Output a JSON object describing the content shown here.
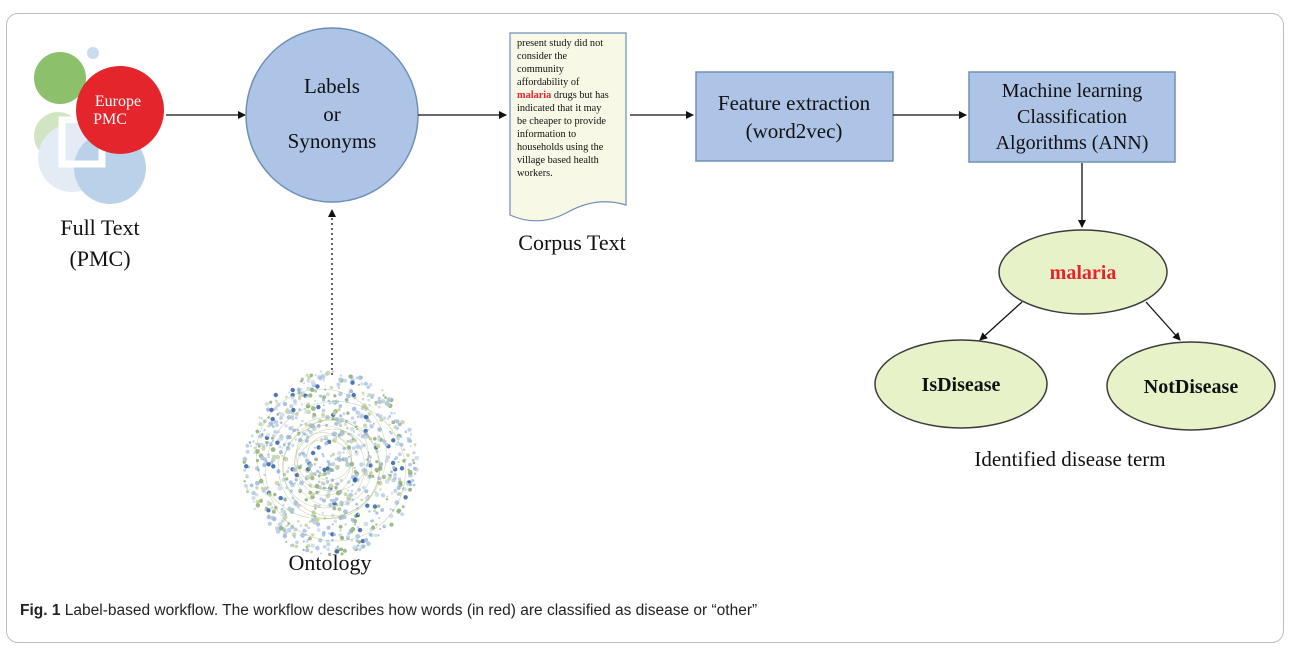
{
  "colors": {
    "box_fill": "#adc4e6",
    "box_stroke": "#6f8fb8",
    "ellipse_fill": "#e8f2c8",
    "ellipse_stroke": "#3c3c3c",
    "doc_fill": "#f7f8e6",
    "highlight_red": "#e8222b",
    "logo_red": "#e4262c",
    "logo_green": "#8cc06a",
    "logo_lightgreen": "#c8dfba",
    "logo_blue": "#b7d0e8"
  },
  "logo": {
    "line1": "Europe",
    "line2": "PMC"
  },
  "full_text": {
    "line1": "Full Text",
    "line2": "(PMC)"
  },
  "labels_node": {
    "line1": "Labels",
    "line2": "or",
    "line3": "Synonyms"
  },
  "corpus_doc": {
    "lines": [
      "present study did not",
      "consider the",
      "community",
      "affordability of"
    ],
    "highlight_word": "malaria",
    "highlight_rest": " drugs but has",
    "lines_after": [
      "indicated that it may",
      "be cheaper to provide",
      "information to",
      "households using the",
      "village based health",
      "workers."
    ],
    "label": "Corpus Text"
  },
  "feature_box": {
    "line1": "Feature extraction",
    "line2": "(word2vec)"
  },
  "ml_box": {
    "line1": "Machine learning",
    "line2": "Classification",
    "line3": "Algorithms (ANN)"
  },
  "term_node": {
    "label": "malaria"
  },
  "is_disease": {
    "label": "IsDisease"
  },
  "not_disease": {
    "label": "NotDisease"
  },
  "identified_label": "Identified disease term",
  "ontology_label": "Ontology",
  "caption": {
    "prefix": "Fig. 1",
    "text": " Label-based workflow. The workflow describes how words (in red) are classified as disease or “other”"
  }
}
